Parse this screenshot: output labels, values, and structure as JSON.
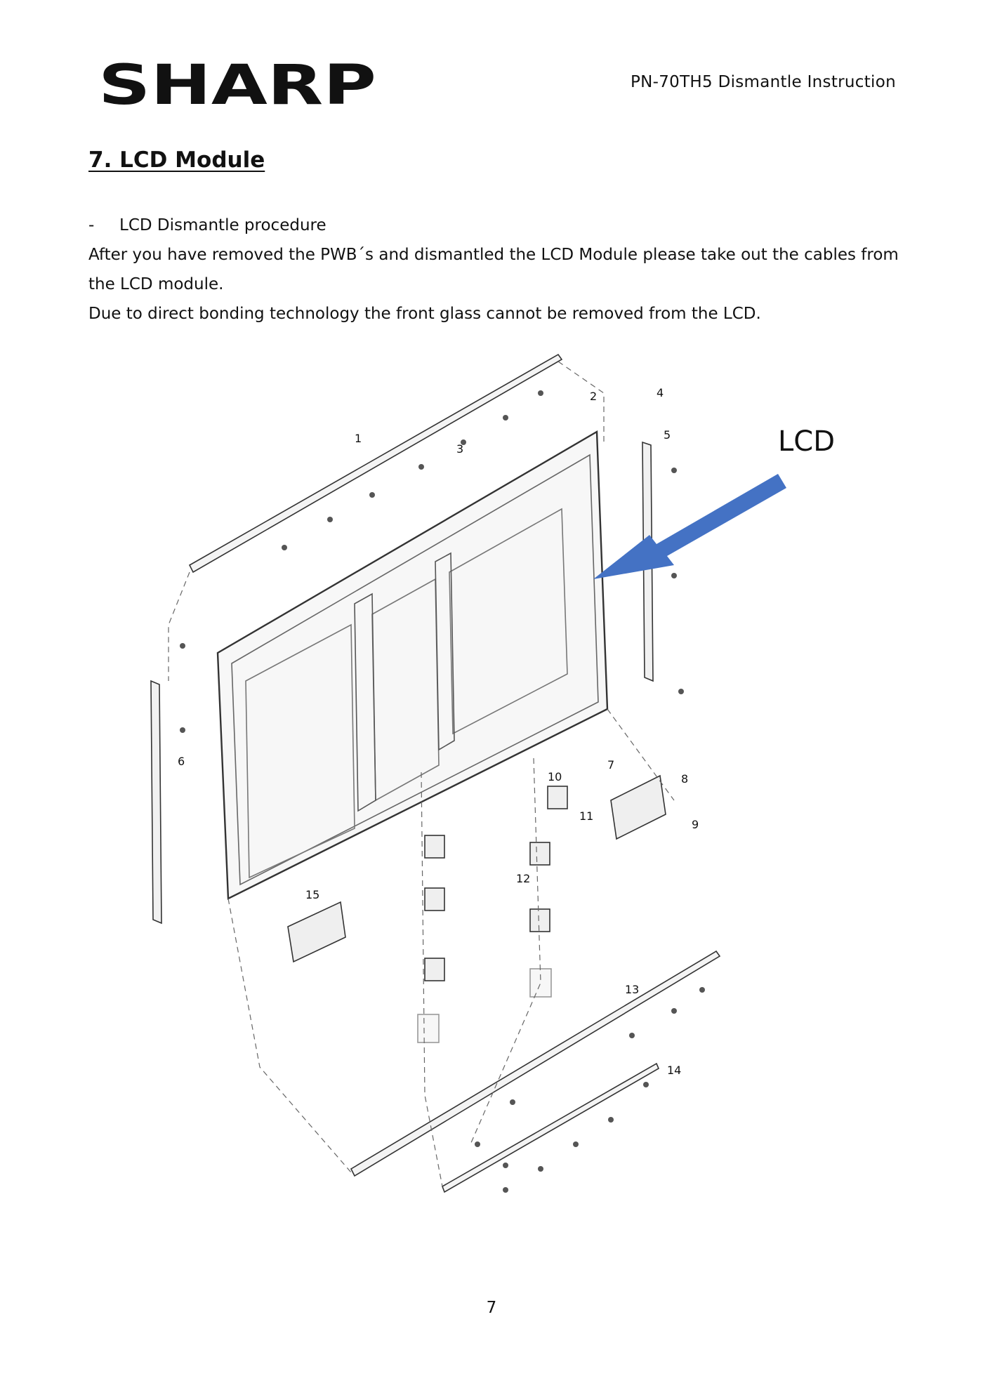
{
  "header": {
    "logo_text": "SHARP",
    "doc_title": "PN-70TH5 Dismantle Instruction"
  },
  "section": {
    "heading": "7. LCD Module",
    "bullet_dash": "-",
    "bullet": "LCD Dismantle procedure",
    "paragraph1": "After you have removed the PWB´s and dismantled the LCD Module please take out the cables from the LCD module.",
    "paragraph2": "Due to direct bonding technology the front glass cannot be removed from the LCD."
  },
  "diagram": {
    "callout_label": "LCD",
    "arrow_color": "#4472c4",
    "part_labels": {
      "p1": "1",
      "p2": "2",
      "p3": "3",
      "p4": "4",
      "p5": "5",
      "p6": "6",
      "p7": "7",
      "p8": "8",
      "p9": "9",
      "p10": "10",
      "p11": "11",
      "p12": "12",
      "p13": "13",
      "p14": "14",
      "p15": "15"
    }
  },
  "footer": {
    "page_number": "7"
  }
}
